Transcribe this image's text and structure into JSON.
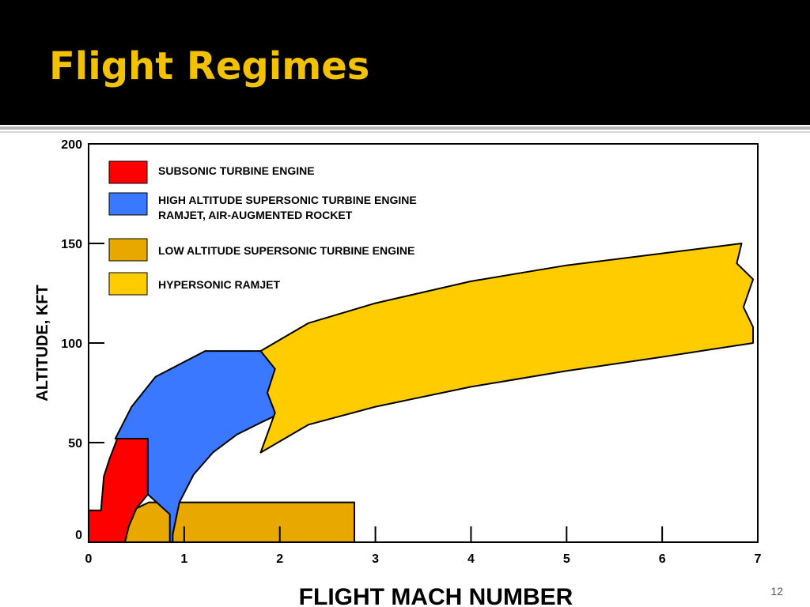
{
  "slide": {
    "title": "Flight Regimes",
    "number": "12",
    "colors": {
      "title_bg": "#000000",
      "title_text": "#f2c200"
    }
  },
  "chart_data": {
    "type": "area",
    "title": "",
    "xlabel": "FLIGHT MACH NUMBER",
    "ylabel": "ALTITUDE, KFT",
    "xlim": [
      0,
      7
    ],
    "ylim": [
      0,
      200
    ],
    "xticks": [
      "0",
      "1",
      "2",
      "3",
      "4",
      "5",
      "6",
      "7"
    ],
    "yticks": [
      "0",
      "50",
      "100",
      "150",
      "200"
    ],
    "grid": false,
    "legend_position": "top-left",
    "series": [
      {
        "name": "SUBSONIC TURBINE ENGINE",
        "color": "#ff0000",
        "outline": [
          [
            0,
            0
          ],
          [
            0,
            16
          ],
          [
            0.13,
            16
          ],
          [
            0.16,
            33
          ],
          [
            0.22,
            42
          ],
          [
            0.3,
            52
          ],
          [
            0.62,
            52
          ],
          [
            0.62,
            24
          ],
          [
            0.5,
            17
          ],
          [
            0.42,
            8
          ],
          [
            0.38,
            0
          ]
        ]
      },
      {
        "name": "HIGH ALTITUDE SUPERSONIC TURBINE ENGINE",
        "name_line2": "RAMJET, AIR-AUGMENTED ROCKET",
        "color": "#3a78ff",
        "outline": [
          [
            0.28,
            52
          ],
          [
            0.45,
            68
          ],
          [
            0.7,
            83
          ],
          [
            1.22,
            96
          ],
          [
            2.02,
            96
          ],
          [
            2.02,
            65
          ],
          [
            1.8,
            60
          ],
          [
            1.55,
            54
          ],
          [
            1.3,
            45
          ],
          [
            1.1,
            34
          ],
          [
            0.95,
            20
          ],
          [
            0.88,
            4
          ],
          [
            0.88,
            0
          ],
          [
            0.85,
            0
          ],
          [
            0.85,
            14
          ],
          [
            0.62,
            24
          ],
          [
            0.62,
            52
          ]
        ]
      },
      {
        "name": "LOW ALTITUDE SUPERSONIC TURBINE ENGINE",
        "color": "#e8a800",
        "outline": [
          [
            0.38,
            0
          ],
          [
            0.42,
            8
          ],
          [
            0.5,
            17
          ],
          [
            0.63,
            20
          ],
          [
            2.78,
            20
          ],
          [
            2.78,
            0
          ]
        ]
      },
      {
        "name": "HYPERSONIC RAMJET",
        "color": "#ffcc00",
        "outline": [
          [
            1.8,
            45
          ],
          [
            1.95,
            65
          ],
          [
            1.87,
            75
          ],
          [
            1.95,
            87
          ],
          [
            1.8,
            96
          ],
          [
            2.3,
            110
          ],
          [
            3.0,
            120
          ],
          [
            4.0,
            131
          ],
          [
            5.0,
            139
          ],
          [
            6.0,
            145
          ],
          [
            6.83,
            150
          ],
          [
            6.78,
            140
          ],
          [
            6.95,
            132
          ],
          [
            6.85,
            118
          ],
          [
            6.95,
            108
          ],
          [
            6.95,
            100
          ],
          [
            6.0,
            93
          ],
          [
            5.0,
            86
          ],
          [
            4.0,
            78
          ],
          [
            3.0,
            68
          ],
          [
            2.3,
            59
          ],
          [
            1.8,
            45
          ]
        ]
      }
    ]
  }
}
